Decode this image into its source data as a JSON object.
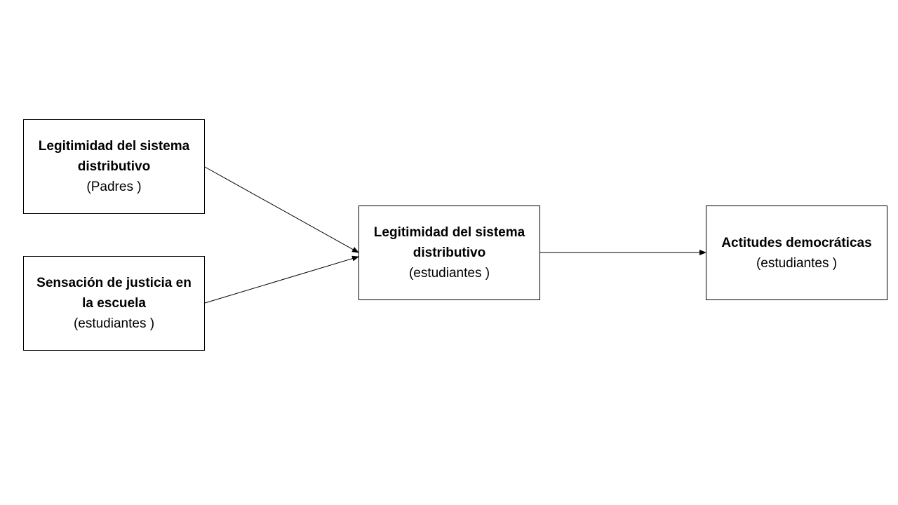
{
  "boxes": {
    "padres": {
      "title": "Legitimidad del sistema distributivo",
      "subtitle": "(Padres )"
    },
    "justicia": {
      "title": "Sensación de justicia en la escuela",
      "subtitle": "(estudiantes )"
    },
    "estudiantes": {
      "title": "Legitimidad del sistema distributivo",
      "subtitle": "(estudiantes )"
    },
    "actitudes": {
      "title": "Actitudes democráticas",
      "subtitle": "(estudiantes )"
    }
  },
  "colors": {
    "stroke": "#000000",
    "background": "#ffffff"
  }
}
